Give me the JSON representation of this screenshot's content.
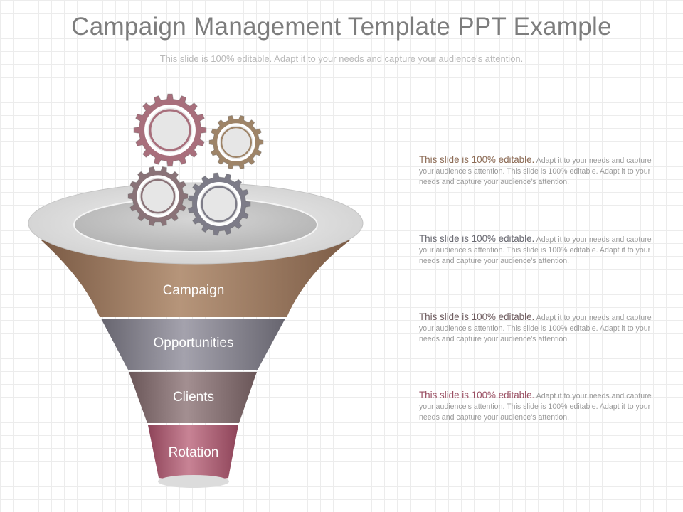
{
  "title": "Campaign Management Template PPT Example",
  "subtitle": "This slide is 100% editable. Adapt it to your needs and capture your audience's attention.",
  "funnel": {
    "stages": [
      {
        "label": "Campaign"
      },
      {
        "label": "Opportunities"
      },
      {
        "label": "Clients"
      },
      {
        "label": "Rotation"
      }
    ]
  },
  "notes": [
    {
      "lead": "This slide is 100% editable.",
      "body": "Adapt it to your needs and capture your audience's attention. This slide is 100% editable. Adapt it to your needs and capture your audience's attention.",
      "color": "#8c6b55"
    },
    {
      "lead": "This slide is 100% editable.",
      "body": "Adapt it to your needs and capture your audience's attention. This slide is 100% editable. Adapt it to your needs and capture your audience's attention.",
      "color": "#6a6a72"
    },
    {
      "lead": "This slide is 100% editable.",
      "body": "Adapt it to your needs and capture your audience's attention. This slide is 100% editable. Adapt it to your needs and capture your audience's attention.",
      "color": "#6e5c5f"
    },
    {
      "lead": "This slide is 100% editable.",
      "body": "Adapt it to your needs and capture your audience's attention. This slide is 100% editable. Adapt it to your needs and capture your audience's attention.",
      "color": "#9a4f63"
    }
  ],
  "colors": {
    "campaign": "#8f6e55",
    "opportunities": "#7c7a86",
    "clients": "#7d6a6c",
    "rotation": "#a5586d",
    "gear_pink": "#a86f7c",
    "gear_brown": "#9e8468",
    "gear_mauve": "#8a7378",
    "gear_gray": "#7d7c88"
  }
}
